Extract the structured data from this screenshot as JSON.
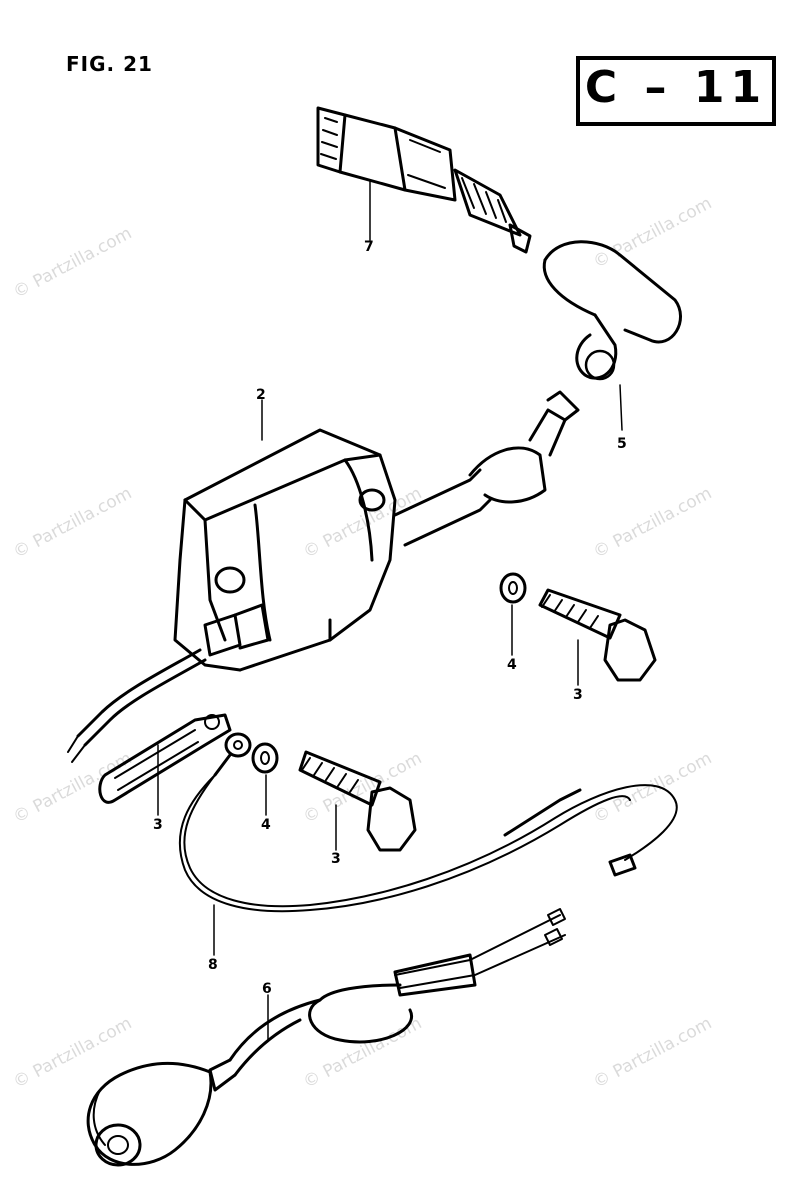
{
  "figure": {
    "title": "FIG. 21",
    "section": "C – 11"
  },
  "watermark": "© Partzilla.com",
  "callouts": [
    {
      "id": "spark-plug",
      "label": "7"
    },
    {
      "id": "ignition-coil",
      "label": "2"
    },
    {
      "id": "plug-cap",
      "label": "5"
    },
    {
      "id": "washer-upper",
      "label": "4"
    },
    {
      "id": "bolt-upper",
      "label": "3"
    },
    {
      "id": "bracket",
      "label": "3"
    },
    {
      "id": "washer-lower",
      "label": "4"
    },
    {
      "id": "bolt-lower",
      "label": "3"
    },
    {
      "id": "ground-wire",
      "label": "8"
    },
    {
      "id": "kill-switch",
      "label": "6"
    }
  ]
}
